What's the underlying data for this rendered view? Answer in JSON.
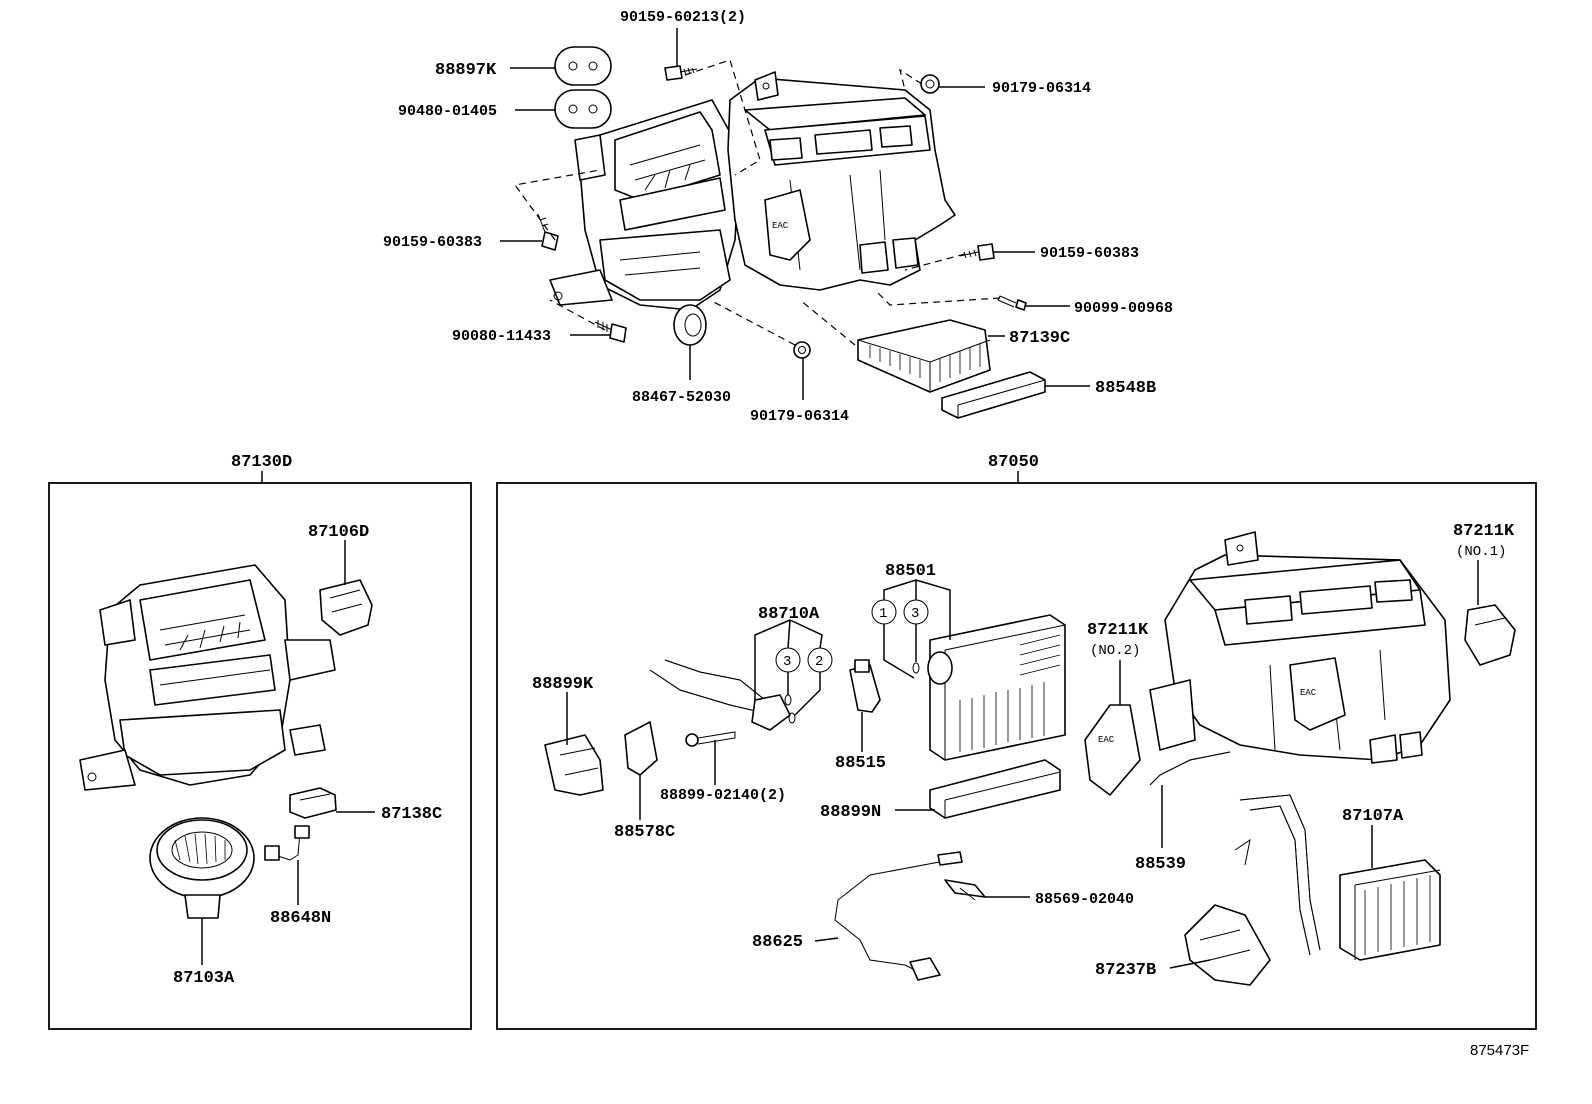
{
  "diagram_code": "875473F",
  "top_labels": {
    "p88897K": "88897K",
    "p90480_01405": "90480-01405",
    "p90159_60213": "90159-60213(2)",
    "p90179_06314_top": "90179-06314",
    "p90159_60383_left": "90159-60383",
    "p90159_60383_right": "90159-60383",
    "p90099_00968": "90099-00968",
    "p90080_11433": "90080-11433",
    "p87139C": "87139C",
    "p88467_52030": "88467-52030",
    "p90179_06314_bottom": "90179-06314",
    "p88548B": "88548B"
  },
  "left_group": {
    "title": "87130D",
    "p87106D": "87106D",
    "p87138C": "87138C",
    "p88648N": "88648N",
    "p87103A": "87103A"
  },
  "right_group": {
    "title": "87050",
    "p88501": "88501",
    "p88710A": "88710A",
    "p88899K": "88899K",
    "p88515": "88515",
    "p88899_02140": "88899-02140(2)",
    "p88578C": "88578C",
    "p88899N": "88899N",
    "p87211K_no2": "87211K",
    "no2_note": "(NO.2)",
    "p87211K_no1": "87211K",
    "no1_note": "(NO.1)",
    "p88539": "88539",
    "p87107A": "87107A",
    "p88569_02040": "88569-02040",
    "p88625": "88625",
    "p87237B": "87237B",
    "circle_1": "1",
    "circle_3a": "3",
    "circle_3b": "3",
    "circle_2": "2"
  }
}
